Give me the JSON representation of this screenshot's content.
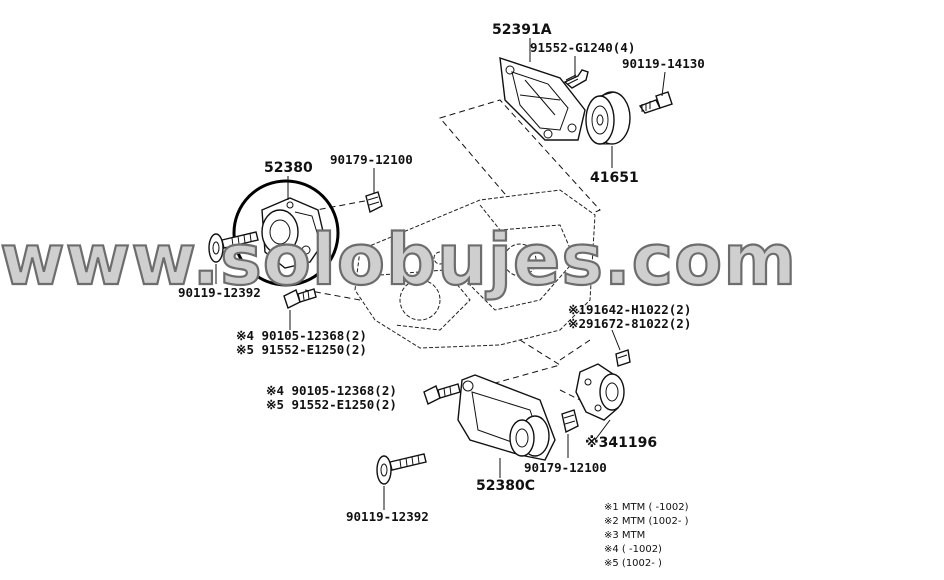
{
  "watermark": "www.solobujes.com",
  "labels": {
    "p52391A": "52391A",
    "p91552G1240": "91552-G1240(4)",
    "p90119_14130": "90119-14130",
    "p41651": "41651",
    "p52380": "52380",
    "p90179_top": "90179-12100",
    "p90119_12392_top": "90119-12392",
    "n4_90105_top": "※4 90105-12368(2)",
    "n5_91552_top": "※5 91552-E1250(2)",
    "n1_91642": "※191642-H1022(2)",
    "n2_91672": "※291672-81022(2)",
    "n4_90105_bot": "※4 90105-12368(2)",
    "n5_91552_bot": "※5 91552-E1250(2)",
    "p41196": "※341196",
    "p90179_bot": "90179-12100",
    "p52380C": "52380C",
    "p90119_12392_bot": "90119-12392"
  },
  "notes": [
    "※1 MTM (    -1002)",
    "※2 MTM (1002-    )",
    "※3 MTM",
    "※4 (    -1002)",
    "※5 (1002-    )"
  ]
}
